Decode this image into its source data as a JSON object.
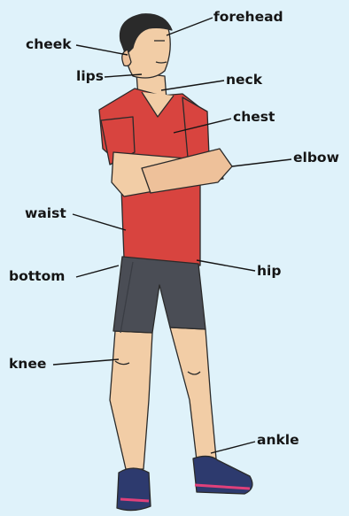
{
  "labels": {
    "forehead": "forehead",
    "cheek": "cheek",
    "lips": "lips",
    "neck": "neck",
    "chest": "chest",
    "elbow": "elbow",
    "waist": "waist",
    "hip": "hip",
    "bottom": "bottom",
    "knee": "knee",
    "ankle": "ankle"
  },
  "colors": {
    "background": "#dff2fa",
    "shirt": "#d8443f",
    "shorts": "#4a4d55",
    "skin": "#f2cda6",
    "hair": "#2a2a2a",
    "shoe": "#2d3a6e",
    "shoe_accent": "#e0407a"
  }
}
